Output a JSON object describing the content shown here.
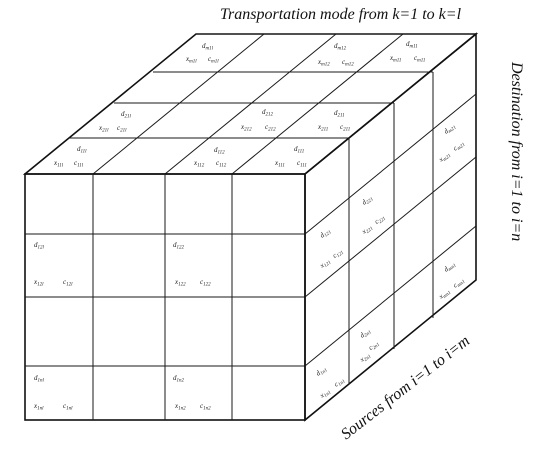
{
  "captions": {
    "top": "Transportation mode from k=1 to k=l",
    "right": "Destination from i=1 to i=n",
    "bottom": "Sources from i=1 to i=m"
  },
  "cells": {
    "top_dm1l": "d",
    "top_dm1l_sub": "m1l",
    "top_xm1l": "x",
    "top_xm1l_sub": "m1l",
    "top_cm1l": "c",
    "top_cm1l_sub": "m1l",
    "top_dm12": "d",
    "top_dm12_sub": "m12",
    "top_xm12": "x",
    "top_xm12_sub": "m12",
    "top_cm12": "c",
    "top_cm12_sub": "m12",
    "top_dm11": "d",
    "top_dm11_sub": "m11",
    "top_xm11": "x",
    "top_xm11_sub": "m11",
    "top_cm11": "c",
    "top_cm11_sub": "m11",
    "top_d21l": "d",
    "top_d21l_sub": "21l",
    "top_x21l": "x",
    "top_x21l_sub": "21l",
    "top_c21l": "c",
    "top_c21l_sub": "21l",
    "top_d212": "d",
    "top_d212_sub": "212",
    "top_x212": "x",
    "top_x212_sub": "212",
    "top_c212": "c",
    "top_c212_sub": "212",
    "top_d211": "d",
    "top_d211_sub": "211",
    "top_x211": "x",
    "top_x211_sub": "211",
    "top_c211": "c",
    "top_c211_sub": "211",
    "top_d11l": "d",
    "top_d11l_sub": "11l",
    "top_x11l": "x",
    "top_x11l_sub": "11l",
    "top_c11l": "c",
    "top_c11l_sub": "11l",
    "top_d112": "d",
    "top_d112_sub": "112",
    "top_x112": "x",
    "top_x112_sub": "112",
    "top_c112": "c",
    "top_c112_sub": "112",
    "top_d111": "d",
    "top_d111_sub": "111",
    "top_x111": "x",
    "top_x111_sub": "111",
    "top_c111": "c",
    "top_c111_sub": "111",
    "front_d12l": "d",
    "front_d12l_sub": "12l",
    "front_x12l": "x",
    "front_x12l_sub": "12l",
    "front_c12l": "c",
    "front_c12l_sub": "12l",
    "front_d122": "d",
    "front_d122_sub": "122",
    "front_x122": "x",
    "front_x122_sub": "122",
    "front_c122": "c",
    "front_c122_sub": "122",
    "front_d1nl": "d",
    "front_d1nl_sub": "1nl",
    "front_x1nl": "x",
    "front_x1nl_sub": "1nl",
    "front_c1nl": "c",
    "front_c1nl_sub": "1nl",
    "front_d1n2": "d",
    "front_d1n2_sub": "1n2",
    "front_x1n2": "x",
    "front_x1n2_sub": "1n2",
    "front_c1n2": "c",
    "front_c1n2_sub": "1n2",
    "side_d121": "d",
    "side_d121_sub": "121",
    "side_x121": "x",
    "side_x121_sub": "121",
    "side_c121": "c",
    "side_c121_sub": "121",
    "side_d221": "d",
    "side_d221_sub": "221",
    "side_x221": "x",
    "side_x221_sub": "221",
    "side_c221": "c",
    "side_c221_sub": "221",
    "side_dm21": "d",
    "side_dm21_sub": "m21",
    "side_xm21": "x",
    "side_xm21_sub": "m21",
    "side_cm21": "c",
    "side_cm21_sub": "m21",
    "side_dmn1": "d",
    "side_dmn1_sub": "mn1",
    "side_xmn1": "x",
    "side_xmn1_sub": "mn1",
    "side_cmn1": "c",
    "side_cmn1_sub": "mn1",
    "side_d1n1": "d",
    "side_d1n1_sub": "1n1",
    "side_x1n1": "x",
    "side_x1n1_sub": "1n1",
    "side_c1n1": "c",
    "side_c1n1_sub": "1n1",
    "side_d2n1": "d",
    "side_d2n1_sub": "2n1",
    "side_x2n1": "x",
    "side_x2n1_sub": "2n1",
    "side_c2n1": "c",
    "side_c2n1_sub": "2n1"
  }
}
